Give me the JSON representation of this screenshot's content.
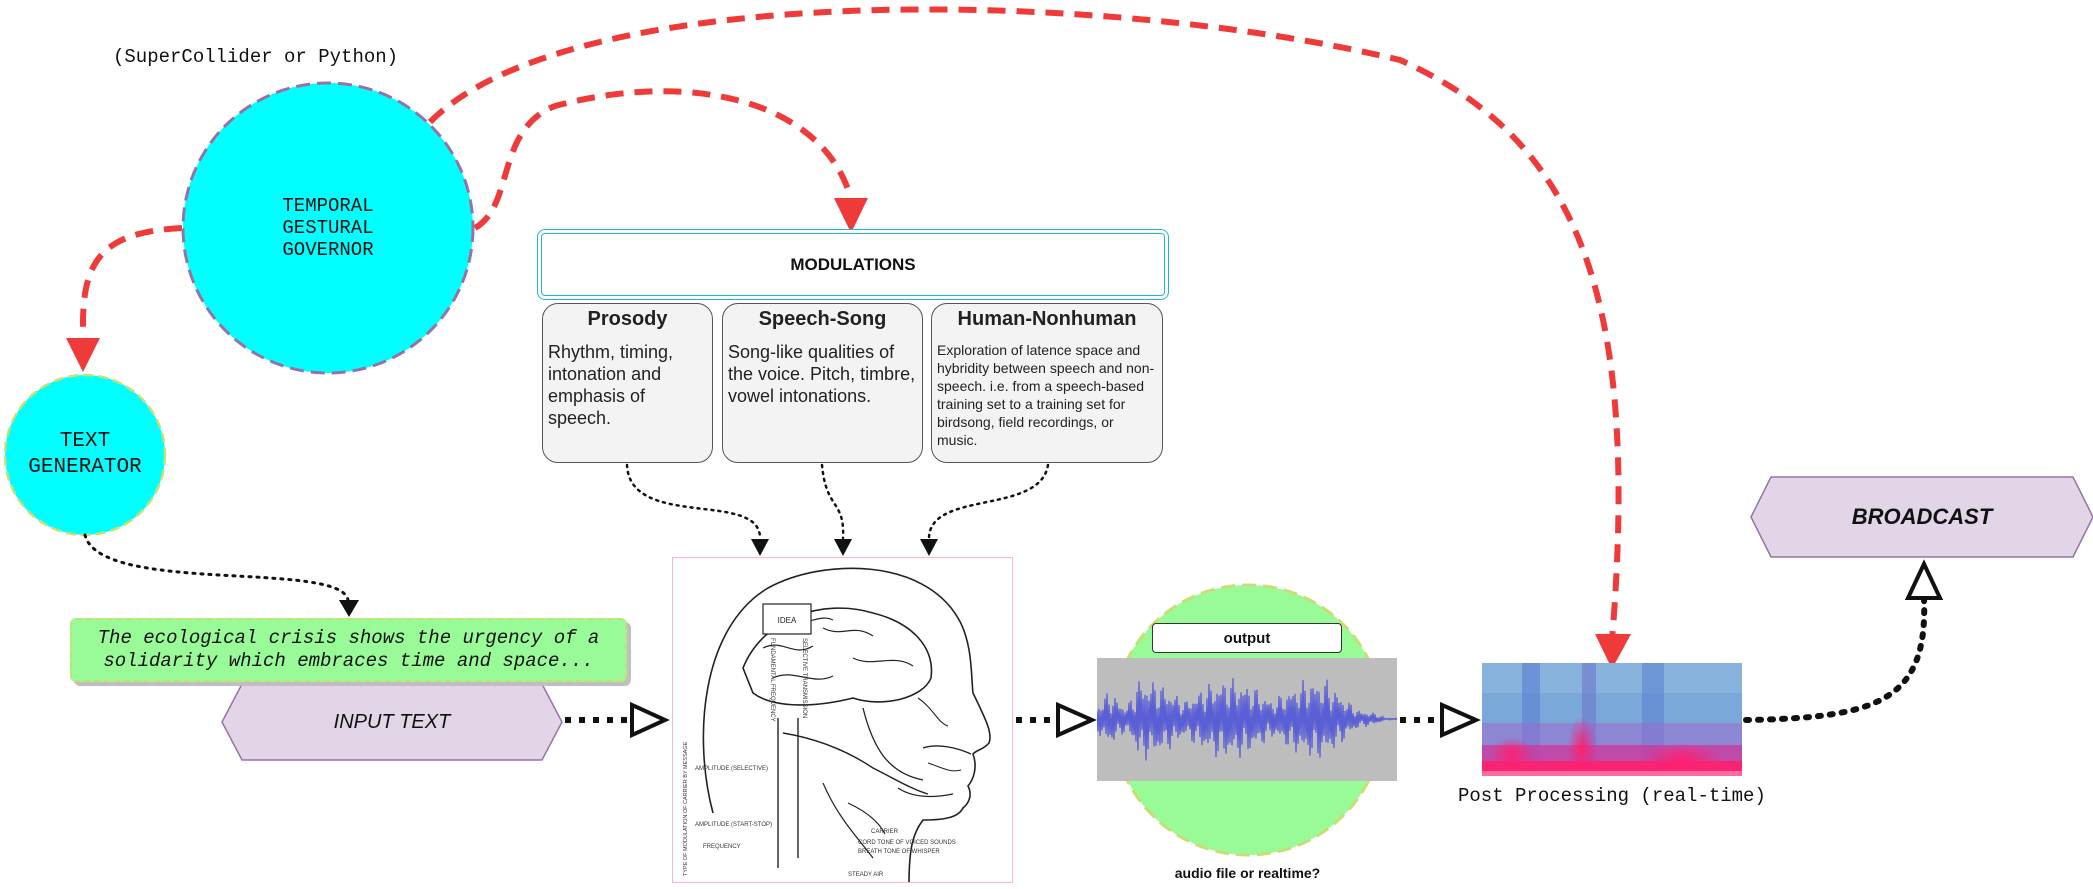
{
  "governor": {
    "platform_caption": "(SuperCollider or Python)",
    "label": "TEMPORAL\nGESTURAL\nGOVERNOR"
  },
  "text_generator": {
    "label": "TEXT\nGENERATOR"
  },
  "modulations": {
    "header": "MODULATIONS",
    "boxes": [
      {
        "title": "Prosody",
        "desc": "Rhythm, timing, intonation and emphasis of speech."
      },
      {
        "title": "Speech-Song",
        "desc": "Song-like qualities of the voice. Pitch, timbre, vowel intonations."
      },
      {
        "title": "Human-Nonhuman",
        "desc": "Exploration of latence space and hybridity between speech and non-speech. i.e. from a speech-based training set to a training set for birdsong, field recordings, or music."
      }
    ]
  },
  "input": {
    "sentence": "The ecological crisis shows the urgency of a solidarity which embraces time and space...",
    "label": "INPUT TEXT"
  },
  "head_diagram": {
    "labels": [
      "IDEA",
      "FUNDAMENTAL FREQUENCY",
      "SELECTIVE TRANSMISSION",
      "AMPLITUDE (SELECTIVE)",
      "TYPE OF MODULATION OF CARRIER BY MESSAGE",
      "AMPLITUDE (START-STOP)",
      "FREQUENCY",
      "CARRIER",
      "CORD TONE OF VOICED SOUNDS",
      "BREATH TONE OF WHISPER",
      "STEADY AIR"
    ]
  },
  "output": {
    "button": "output",
    "caption": "audio file or realtime?"
  },
  "post_processing": {
    "caption": "Post Processing (real-time)"
  },
  "broadcast": {
    "label": "BROADCAST"
  },
  "colors": {
    "cyan": "#00ffff",
    "green": "#98fb98",
    "lavender": "#e1d5e7",
    "red_dashed": "#ef3a3a",
    "circle_border": "#9673a6"
  }
}
